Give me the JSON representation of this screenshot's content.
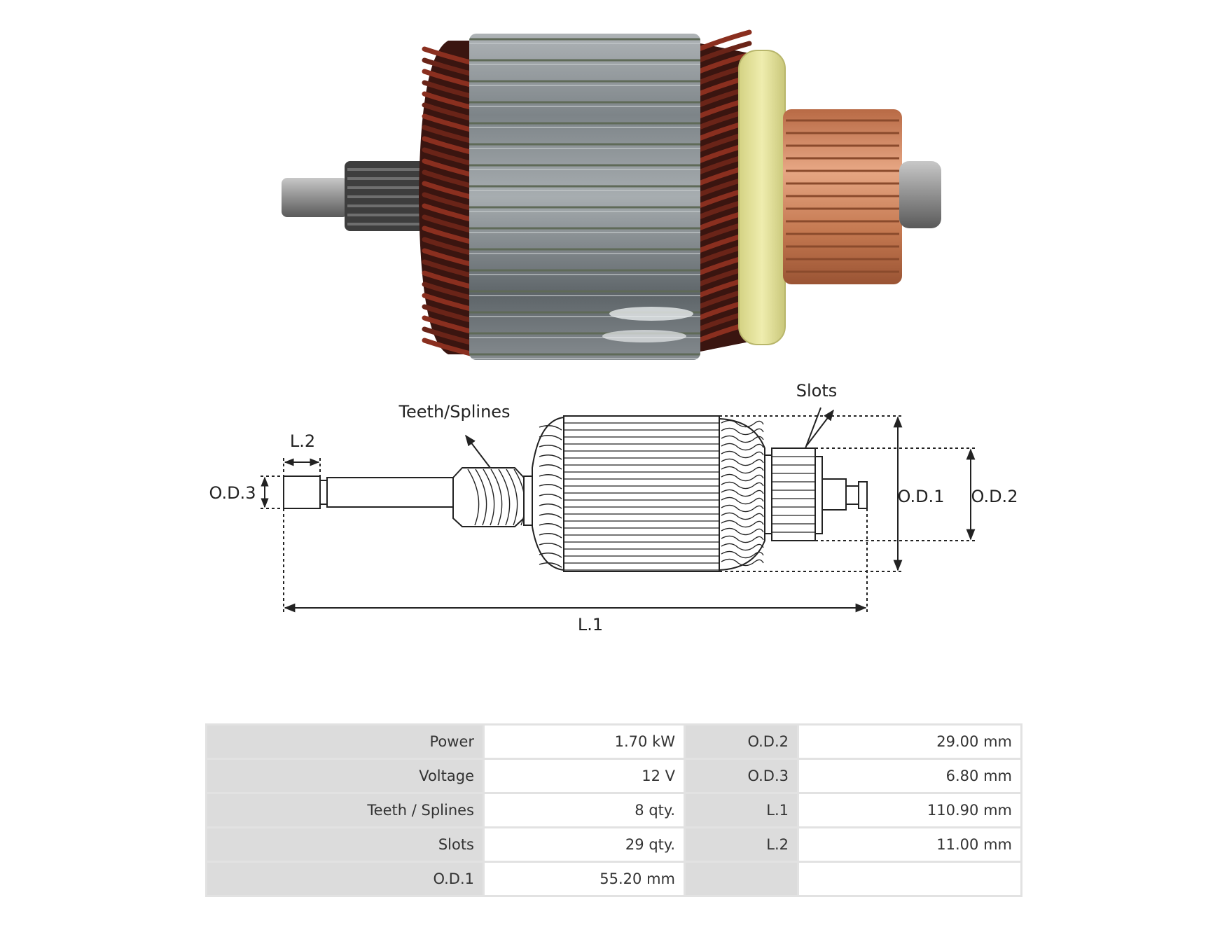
{
  "colors": {
    "lamination": "#8c9397",
    "copper_winding": "#6a2418",
    "commutator": "#c9825a",
    "insulator_ring": "#e4e29a",
    "shaft": "#9a9a9a",
    "line": "#222222"
  },
  "diagram": {
    "labels": {
      "teeth": "Teeth/Splines",
      "slots": "Slots",
      "l1": "L.1",
      "l2": "L.2",
      "od1": "O.D.1",
      "od2": "O.D.2",
      "od3": "O.D.3"
    }
  },
  "specs": {
    "rows": [
      {
        "k1": "Power",
        "v1": "1.70 kW",
        "k2": "O.D.2",
        "v2": "29.00 mm"
      },
      {
        "k1": "Voltage",
        "v1": "12 V",
        "k2": "O.D.3",
        "v2": "6.80 mm"
      },
      {
        "k1": "Teeth / Splines",
        "v1": "8 qty.",
        "k2": "L.1",
        "v2": "110.90 mm"
      },
      {
        "k1": "Slots",
        "v1": "29 qty.",
        "k2": "L.2",
        "v2": "11.00 mm"
      },
      {
        "k1": "O.D.1",
        "v1": "55.20 mm",
        "k2": "",
        "v2": ""
      }
    ]
  }
}
